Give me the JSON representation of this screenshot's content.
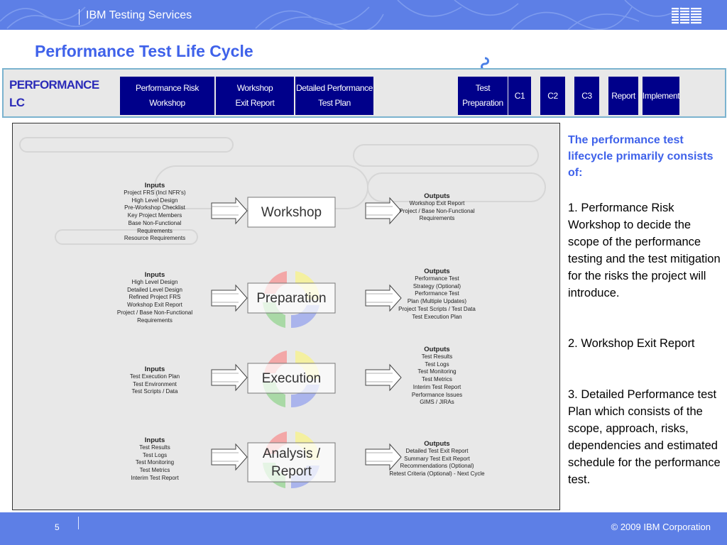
{
  "header": {
    "brand": "IBM Testing Services",
    "logo_text": "IBM"
  },
  "title": "Performance Test Life Cycle",
  "lifecycle": {
    "label_line1": "PERFORMANCE",
    "label_line2": "LC",
    "steps": [
      {
        "line1": "Performance Risk",
        "line2": "Workshop"
      },
      {
        "line1": "Workshop",
        "line2": "Exit Report"
      },
      {
        "line1": "Detailed Performance",
        "line2": "Test Plan"
      },
      {
        "line1": "Test",
        "line2": "Preparation"
      },
      {
        "line1": "C1",
        "line2": ""
      },
      {
        "line1": "C2",
        "line2": ""
      },
      {
        "line1": "C3",
        "line2": ""
      },
      {
        "line1": "Report",
        "line2": ""
      },
      {
        "line1": "Implement",
        "line2": ""
      }
    ]
  },
  "diagram": {
    "stages": [
      {
        "name": "Workshop",
        "inputs_head": "Inputs",
        "inputs": [
          "Project FRS (Incl NFR’s)",
          "High Level Design",
          "Pre-Workshop Checklist",
          "Key Project Members",
          "Base Non-Functional",
          "Requirements",
          "Resource Requirements"
        ],
        "outputs_head": "Outputs",
        "outputs": [
          "Workshop Exit Report",
          "Project / Base Non-Functional",
          "Requirements"
        ]
      },
      {
        "name": "Preparation",
        "inputs_head": "Inputs",
        "inputs": [
          "High Level Design",
          "Detailed Level Design",
          "Refined Project FRS",
          "Workshop Exit Report",
          "Project / Base Non-Functional",
          "Requirements"
        ],
        "outputs_head": "Outputs",
        "outputs": [
          "Performance Test",
          "Strategy (Optional)",
          "Performance Test",
          "Plan (Multiple Updates)",
          "Project Test Scripts / Test Data",
          "Test Execution Plan"
        ]
      },
      {
        "name": "Execution",
        "inputs_head": "Inputs",
        "inputs": [
          "Test Execution Plan",
          "Test Environment",
          "Test Scripts / Data"
        ],
        "outputs_head": "Outputs",
        "outputs": [
          "Test Results",
          "Test Logs",
          "Test Monitoring",
          "Test Metrics",
          "Interim Test Report",
          "Performance Issues",
          "GIMS / JIRAs"
        ]
      },
      {
        "name_line1": "Analysis /",
        "name_line2": "Report",
        "inputs_head": "Inputs",
        "inputs": [
          "Test Results",
          "Test Logs",
          "Test Monitoring",
          "Test Metrics",
          "Interim Test Report"
        ],
        "outputs_head": "Outputs",
        "outputs": [
          "Detailed Test Exit Report",
          "Summary Test Exit Report",
          "Recommendations (Optional)",
          "Retest Criteria (Optional) - Next Cycle"
        ]
      }
    ]
  },
  "side": {
    "title": "The performance test lifecycle primarily consists of:",
    "items": [
      "1. Performance Risk Workshop to decide the scope of the performance testing and the test mitigation for the risks the project will introduce.",
      "2. Workshop Exit Report",
      "3. Detailed Performance test Plan which consists of  the scope, approach, risks, dependencies and estimated schedule for the performance test."
    ]
  },
  "footer": {
    "page": "5",
    "copyright": "© 2009 IBM Corporation"
  },
  "colors": {
    "accent_blue": "#5d7fe6",
    "title_blue": "#3f62ea",
    "step_navy": "#00008a"
  }
}
